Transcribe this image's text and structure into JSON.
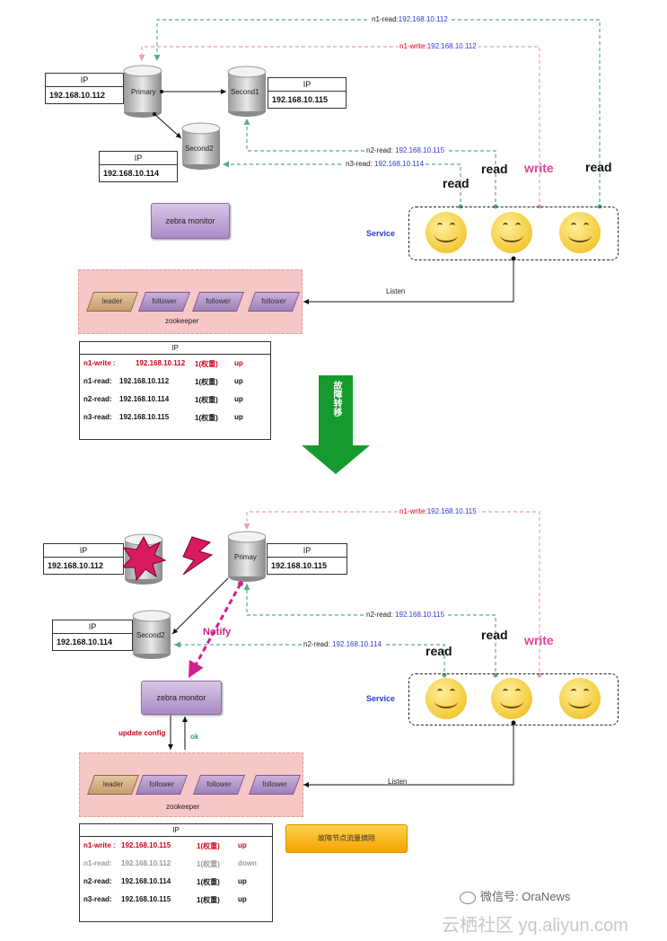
{
  "top": {
    "primary_ip": {
      "header": "IP",
      "value": "192.168.10.112"
    },
    "second1_ip": {
      "header": "IP",
      "value": "192.168.10.115"
    },
    "second2_ip": {
      "header": "IP",
      "value": "192.168.10.114"
    },
    "nodes": {
      "primary": "Primary",
      "second1": "Second1",
      "second2": "Second2"
    },
    "monitor": "zebra monitor",
    "service": "Service",
    "listen": "Listen",
    "zookeeper": {
      "label": "zookeeper",
      "items": [
        "leader",
        "follower",
        "follower",
        "follower"
      ]
    },
    "lines": {
      "n1_read": {
        "prefix": "n1-read:",
        "ip": "192.168.10.112"
      },
      "n1_write": {
        "prefix": "n1-write:",
        "ip": "192.168.10.112"
      },
      "n2_read": {
        "prefix": "n2-read: ",
        "ip": "192.168.10.115"
      },
      "n3_read": {
        "prefix": "n3-read: ",
        "ip": "192.168.10.114"
      }
    },
    "words": {
      "read1": "read",
      "read2": "read",
      "write": "write",
      "read3": "read"
    },
    "table": {
      "header": "IP",
      "rows": [
        {
          "name": "n1-write : ",
          "ip": "192.168.10.112",
          "weight": "1(权重)",
          "status": "up"
        },
        {
          "name": "n1-read:",
          "ip": "192.168.10.112",
          "weight": "1(权重)",
          "status": "up"
        },
        {
          "name": "n2-read:",
          "ip": "192.168.10.114",
          "weight": "1(权重)",
          "status": "up"
        },
        {
          "name": "n3-read:",
          "ip": "192.168.10.115",
          "weight": "1(权重)",
          "status": "up"
        }
      ]
    }
  },
  "arrow_text": "故障转移",
  "bottom": {
    "failed_ip": {
      "header": "IP",
      "value": "192.168.10.112"
    },
    "primary_ip": {
      "header": "IP",
      "value": "192.168.10.115"
    },
    "second2_ip": {
      "header": "IP",
      "value": "192.168.10.114"
    },
    "nodes": {
      "primary": "Primay",
      "second2": "Second2"
    },
    "notify": "Notify",
    "monitor": "zebra monitor",
    "update_config": "update config",
    "ok": "ok",
    "service": "Service",
    "listen": "Listen",
    "zookeeper": {
      "label": "zookeeper",
      "items": [
        "leader",
        "follower",
        "follower",
        "follower"
      ]
    },
    "lines": {
      "n1_write": {
        "prefix": "n1-write:",
        "ip": "192.168.10.115"
      },
      "n2_read_a": {
        "prefix": "n2-read: ",
        "ip": "192.168.10.115"
      },
      "n2_read_b": {
        "prefix": "n2-read: ",
        "ip": "192.168.10.114"
      }
    },
    "words": {
      "read1": "read",
      "read2": "read",
      "write": "write"
    },
    "callout": "故障节点流量摘除",
    "table": {
      "header": "IP",
      "rows": [
        {
          "name": "n1-write : ",
          "ip": "192.168.10.115",
          "weight": "1(权重)",
          "status": "up"
        },
        {
          "name": "n1-read:",
          "ip": "192.168.10.112",
          "weight": "1(权重)",
          "status": "down"
        },
        {
          "name": "n2-read:",
          "ip": "192.168.10.114",
          "weight": "1(权重)",
          "status": "up"
        },
        {
          "name": "n3-read:",
          "ip": "192.168.10.115",
          "weight": "1(权重)",
          "status": "up"
        }
      ]
    }
  },
  "watermark": {
    "wechat": "微信号: OraNews",
    "site": "云栖社区 yq.aliyun.com"
  },
  "colors": {
    "green_dash": "#5aaa8c",
    "pink_dash": "#e6a0b4",
    "arrow_green": "#159a2e",
    "red": "#d0021b",
    "blue": "#2b3bd0",
    "magenta": "#d0208a"
  }
}
